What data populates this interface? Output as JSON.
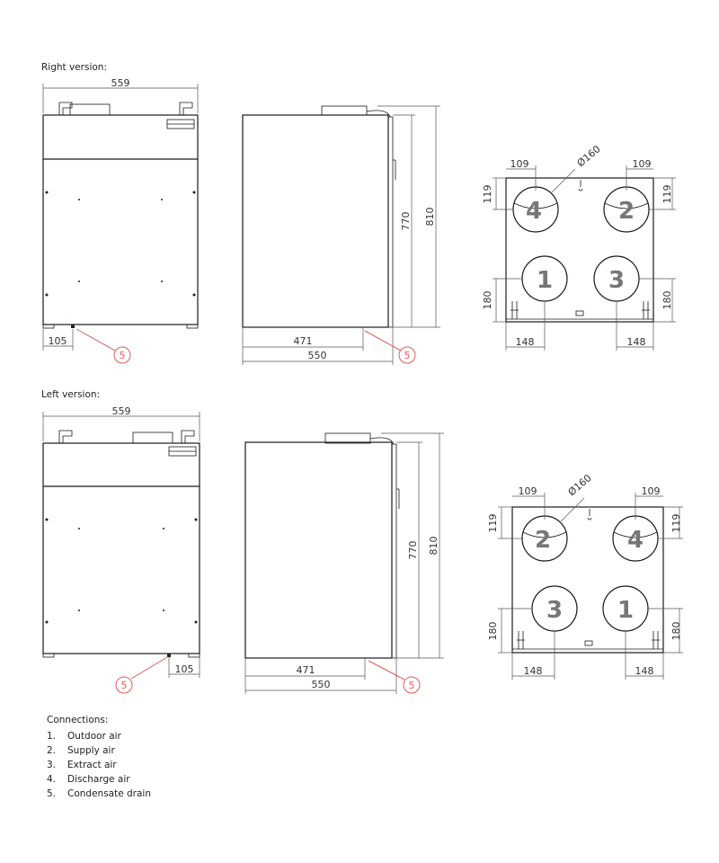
{
  "right_version": {
    "title": "Right version:",
    "front": {
      "width_dim": "559",
      "drain_offset_dim": "105",
      "drain_ref": "5"
    },
    "side": {
      "depth_dim": "550",
      "drain_pos_dim": "471",
      "body_height_dim": "770",
      "total_height_dim": "810",
      "drain_ref": "5"
    },
    "top": {
      "spacing_left": "109",
      "spacing_right": "109",
      "diameter": "Ø160",
      "top_offset_left": "119",
      "top_offset_right": "119",
      "bottom_offset_left": "180",
      "bottom_offset_right": "180",
      "bottom_span_left": "148",
      "bottom_span_right": "148",
      "ports": {
        "top_left": "4",
        "top_right": "2",
        "bottom_left": "1",
        "bottom_right": "3"
      }
    }
  },
  "left_version": {
    "title": "Left version:",
    "front": {
      "width_dim": "559",
      "drain_offset_dim": "105",
      "drain_ref": "5"
    },
    "side": {
      "depth_dim": "550",
      "drain_pos_dim": "471",
      "body_height_dim": "770",
      "total_height_dim": "810",
      "drain_ref": "5"
    },
    "top": {
      "spacing_left": "109",
      "spacing_right": "109",
      "diameter": "Ø160",
      "top_offset_left": "119",
      "top_offset_right": "119",
      "bottom_offset_left": "180",
      "bottom_offset_right": "180",
      "bottom_span_left": "148",
      "bottom_span_right": "148",
      "ports": {
        "top_left": "2",
        "top_right": "4",
        "bottom_left": "3",
        "bottom_right": "1"
      }
    }
  },
  "connections": {
    "title": "Connections:",
    "items": [
      {
        "num": "1.",
        "label": "Outdoor air"
      },
      {
        "num": "2.",
        "label": "Supply air"
      },
      {
        "num": "3.",
        "label": "Extract air"
      },
      {
        "num": "4.",
        "label": "Discharge air"
      },
      {
        "num": "5.",
        "label": "Condensate drain"
      }
    ]
  }
}
